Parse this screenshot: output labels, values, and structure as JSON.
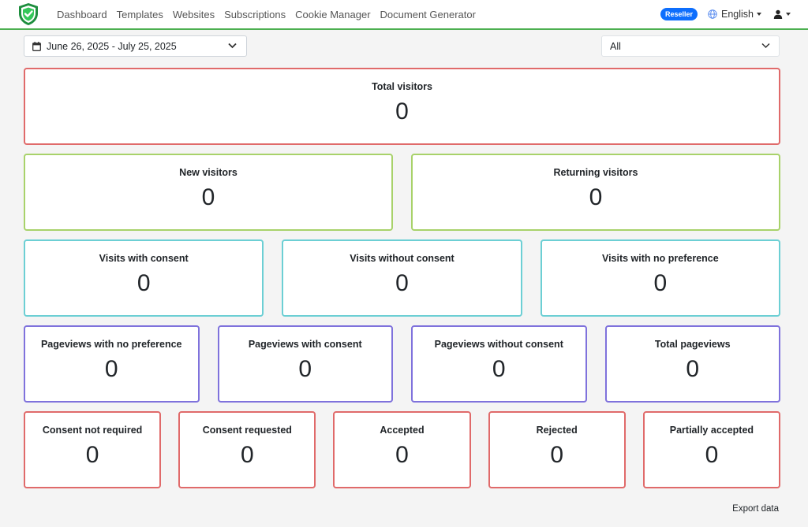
{
  "nav": {
    "logo_icon": "shield-check-icon",
    "links": [
      "Dashboard",
      "Templates",
      "Websites",
      "Subscriptions",
      "Cookie Manager",
      "Document Generator"
    ],
    "badge": "Reseller",
    "language": "English",
    "colors": {
      "accent": "#4caf50",
      "badge": "#0d6efd"
    }
  },
  "filters": {
    "date_range": "June 26, 2025 - July 25, 2025",
    "select_value": "All"
  },
  "stats": {
    "total_visitors": {
      "label": "Total visitors",
      "value": "0"
    },
    "new_visitors": {
      "label": "New visitors",
      "value": "0"
    },
    "returning_visitors": {
      "label": "Returning visitors",
      "value": "0"
    },
    "visits_with_consent": {
      "label": "Visits with consent",
      "value": "0"
    },
    "visits_without_consent": {
      "label": "Visits without consent",
      "value": "0"
    },
    "visits_no_preference": {
      "label": "Visits with no preference",
      "value": "0"
    },
    "pageviews_no_preference": {
      "label": "Pageviews with no preference",
      "value": "0"
    },
    "pageviews_with_consent": {
      "label": "Pageviews with consent",
      "value": "0"
    },
    "pageviews_without_consent": {
      "label": "Pageviews without consent",
      "value": "0"
    },
    "total_pageviews": {
      "label": "Total pageviews",
      "value": "0"
    },
    "consent_not_required": {
      "label": "Consent not required",
      "value": "0"
    },
    "consent_requested": {
      "label": "Consent requested",
      "value": "0"
    },
    "accepted": {
      "label": "Accepted",
      "value": "0"
    },
    "rejected": {
      "label": "Rejected",
      "value": "0"
    },
    "partially_accepted": {
      "label": "Partially accepted",
      "value": "0"
    }
  },
  "export_label": "Export data"
}
